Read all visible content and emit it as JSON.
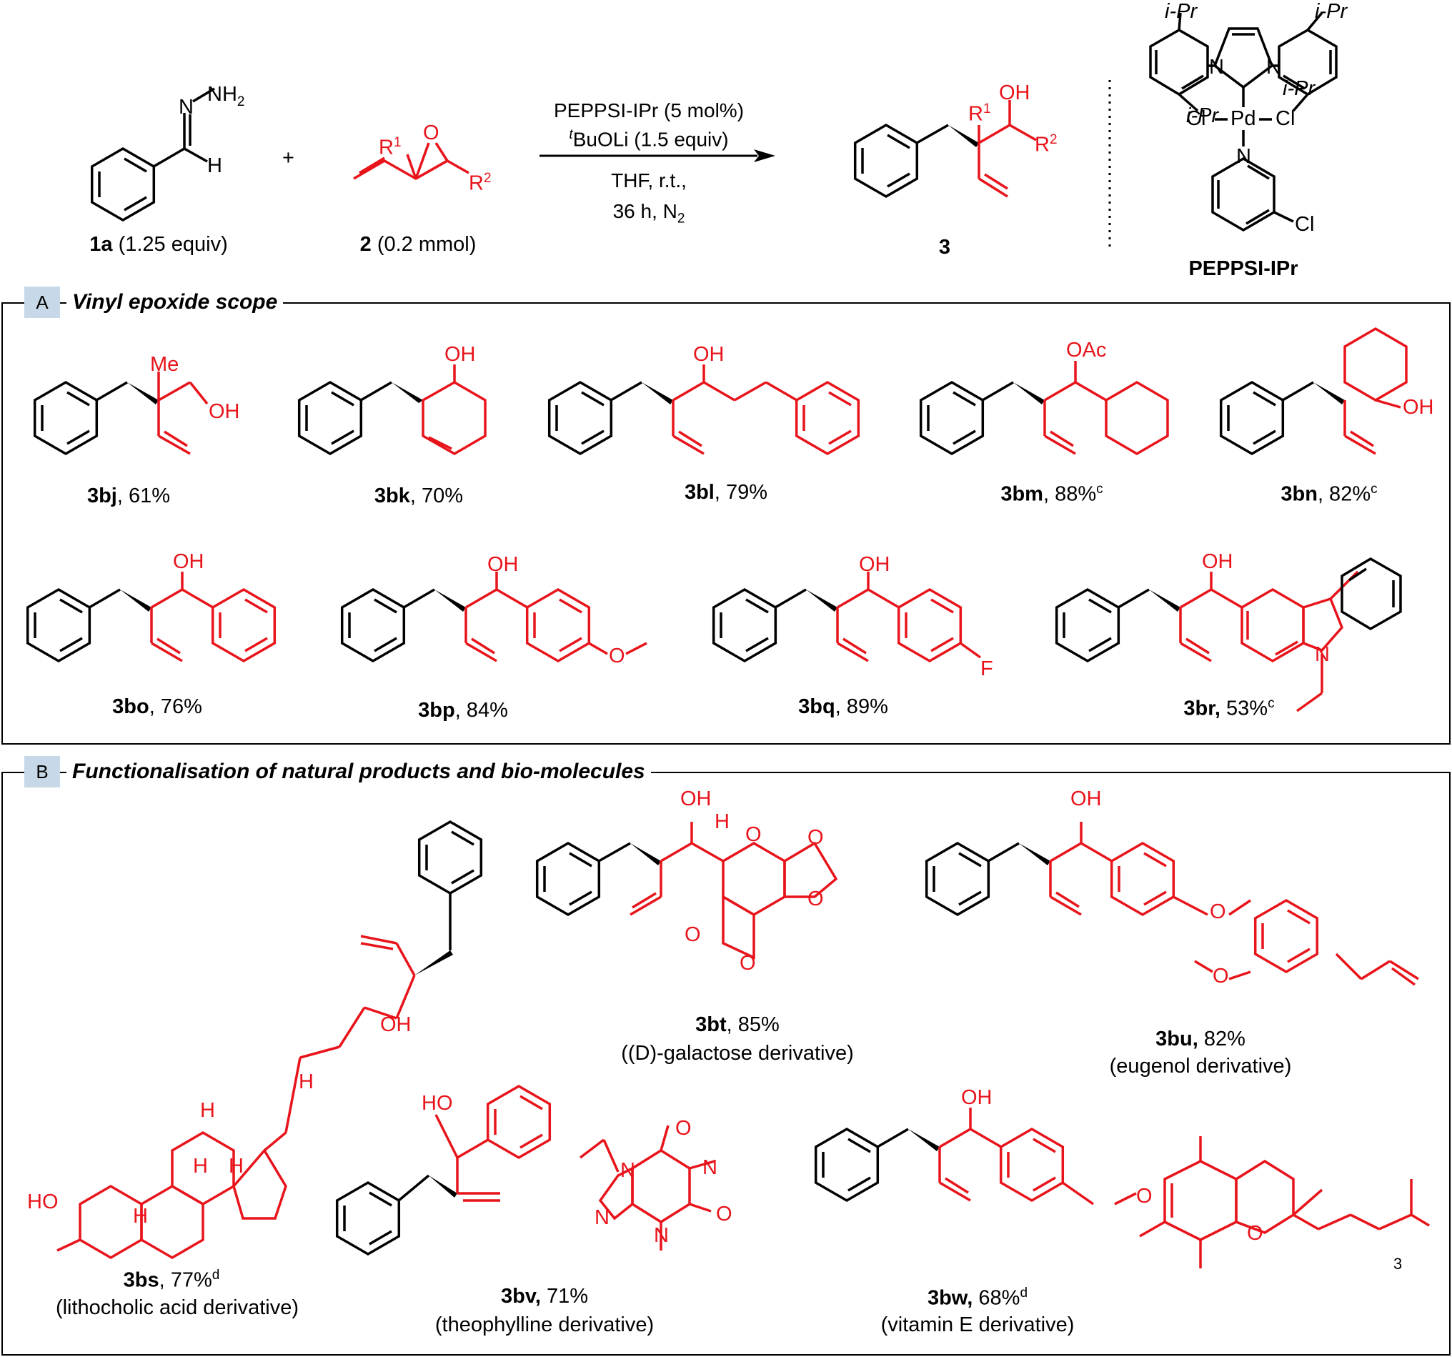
{
  "colors": {
    "highlight": "#e8141b",
    "structure": "#000000",
    "tag_bg": "#c7d9e8"
  },
  "reaction": {
    "reagent1": {
      "id": "1a",
      "amount": "(1.25 equiv)"
    },
    "plus": "+",
    "reagent2": {
      "id": "2",
      "amount": "(0.2 mmol)"
    },
    "conditions": {
      "line1": "PEPPSI-IPr (5 mol%)",
      "line2_sup": "t",
      "line2": "BuOLi (1.5 equiv)",
      "line3": "THF, r.t.,",
      "line4_pre": "36 h, N",
      "line4_sub": "2"
    },
    "product": {
      "id": "3"
    },
    "catalyst": {
      "name": "PEPPSI-IPr"
    }
  },
  "panel_a": {
    "tag": "A",
    "title": "Vinyl epoxide scope",
    "compounds": [
      {
        "id": "3bj",
        "yield": ", 61%",
        "note": ""
      },
      {
        "id": "3bk",
        "yield": ", 70%",
        "note": ""
      },
      {
        "id": "3bl",
        "yield": ", 79%",
        "note": ""
      },
      {
        "id": "3bm",
        "yield": ", 88%",
        "note": "c"
      },
      {
        "id": "3bn",
        "yield": ", 82%",
        "note": "c"
      },
      {
        "id": "3bo",
        "yield": ", 76%",
        "note": ""
      },
      {
        "id": "3bp",
        "yield": ", 84%",
        "note": ""
      },
      {
        "id": "3bq",
        "yield": ", 89%",
        "note": ""
      },
      {
        "id": "3br,",
        "yield": " 53%",
        "note": "c"
      }
    ]
  },
  "panel_b": {
    "tag": "B",
    "title": "Functionalisation of natural products and bio-molecules",
    "compounds": [
      {
        "id": "3bs",
        "yield": ", 77%",
        "note": "d",
        "desc": "(lithocholic acid derivative)"
      },
      {
        "id": "3bt",
        "yield": ", 85%",
        "note": "",
        "desc": "((D)-galactose derivative)"
      },
      {
        "id": "3bu,",
        "yield": " 82%",
        "note": "",
        "desc": "(eugenol derivative)"
      },
      {
        "id": "3bv,",
        "yield": " 71%",
        "note": "",
        "desc": "(theophylline derivative)"
      },
      {
        "id": "3bw,",
        "yield": " 68%",
        "note": "d",
        "desc": "(vitamin E derivative)"
      }
    ]
  },
  "atoms": {
    "nh2": "NH",
    "two": "2",
    "n": "N",
    "h": "H",
    "o": "O",
    "oh": "OH",
    "r": "R",
    "one": "1",
    "me": "Me",
    "oac": "OAc",
    "f": "F",
    "cl": "Cl",
    "pd": "Pd",
    "ipr": "i-Pr",
    "ho": "HO",
    "three": "3"
  }
}
